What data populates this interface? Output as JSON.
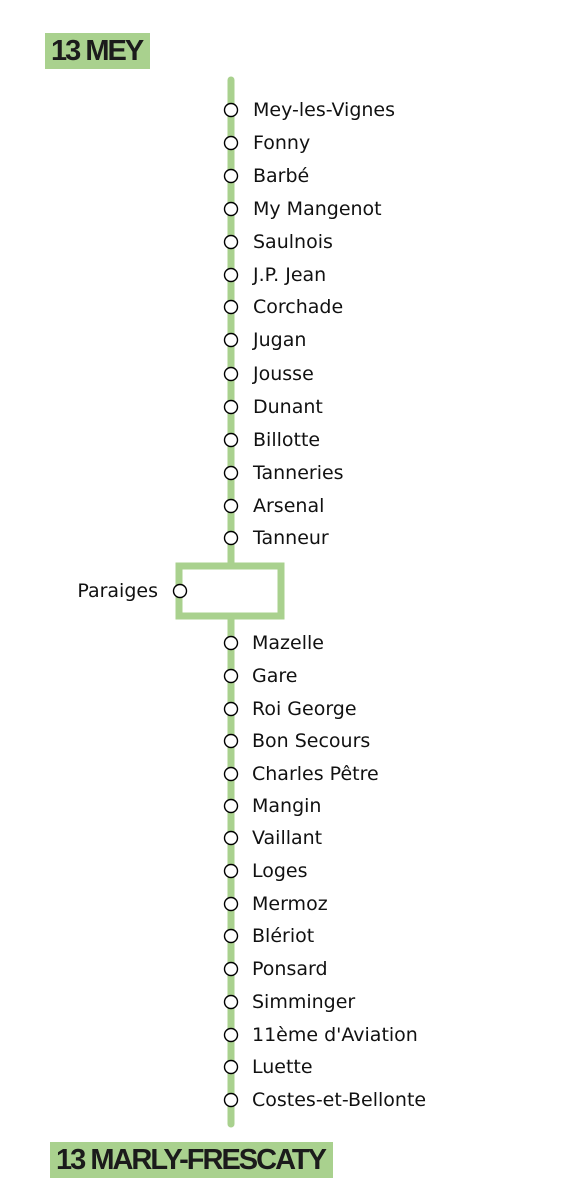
{
  "line_color": "#a9d18e",
  "terminus_top": "13 MEY",
  "terminus_bottom": "13 MARLY-FRESCATY",
  "stops_upper": [
    "Mey-les-Vignes",
    "Fonny",
    "Barbé",
    "My Mangenot",
    "Saulnois",
    "J.P. Jean",
    "Corchade",
    "Jugan",
    "Jousse",
    "Dunant",
    "Billotte",
    "Tanneries",
    "Arsenal",
    "Tanneur"
  ],
  "branch_stop": "Paraiges",
  "stops_lower": [
    "Mazelle",
    "Gare",
    "Roi George",
    "Bon Secours",
    "Charles Pêtre",
    "Mangin",
    "Vaillant",
    "Loges",
    "Mermoz",
    "Blériot",
    "Ponsard",
    "Simminger",
    "11ème d'Aviation",
    "Luette",
    "Costes-et-Bellonte"
  ]
}
